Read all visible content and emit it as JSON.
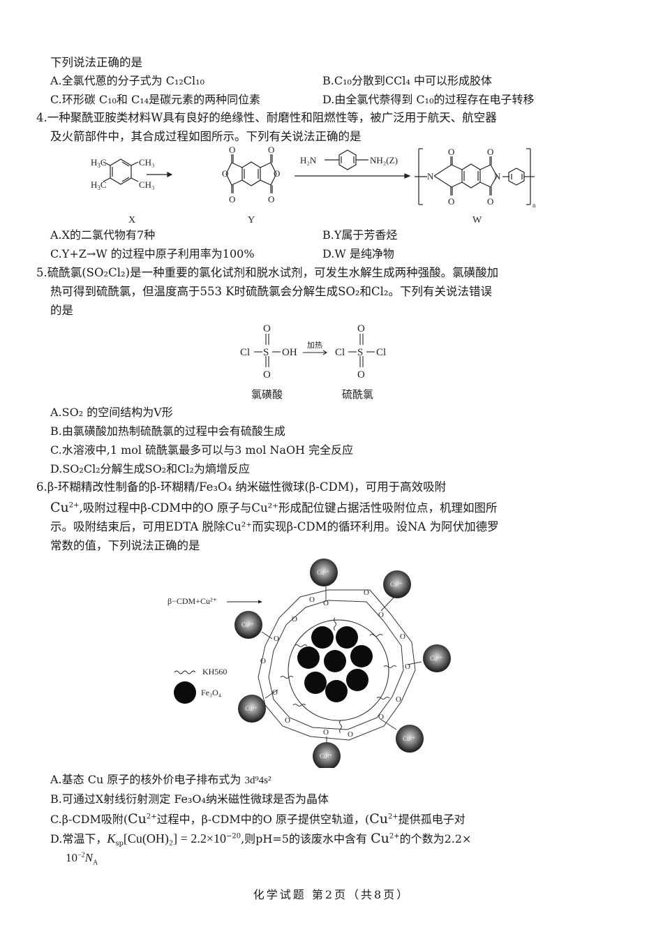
{
  "page": {
    "footer": "化学试题  第2页（共8页）"
  },
  "q3": {
    "stem_tail": "下列说法正确的是",
    "options": [
      {
        "label": "A.",
        "text": "全氯代蒽的分子式为 C₁₂Cl₁₀"
      },
      {
        "label": "B.",
        "text": "C₁₀分散到CCl₄  中可以形成胶体"
      },
      {
        "label": "C.",
        "text": "环形碳 C₁₀和 C₁₄是碳元素的两种同位素"
      },
      {
        "label": "D.",
        "text": "由全氯代萘得到 C₁₀的过程存在电子转移"
      }
    ]
  },
  "q4": {
    "number": "4.",
    "stem_line1": "一种聚酰亚胺类材料W具有良好的绝缘性、耐磨性和阻燃性等，被广泛用于航天、航空器",
    "stem_line2": "及火箭部件中，其合成过程如图所示。下列有关说法正确的是",
    "figure": {
      "labels": [
        "X",
        "Y",
        "W"
      ],
      "reagent": "H₂N—C₆H₄—NH₂(Z)",
      "reagent_left": "H₂N",
      "reagent_right": "NH₂(Z)",
      "substituent": "CH₃",
      "subscript_n": "n"
    },
    "options": [
      {
        "label": "A.",
        "text": "X的二氯代物有7种"
      },
      {
        "label": "B.",
        "text": "Y属于芳香烃"
      },
      {
        "label": "C.",
        "text": "Y+Z→W 的过程中原子利用率为100%"
      },
      {
        "label": "D.",
        "text": "W 是纯净物"
      }
    ]
  },
  "q5": {
    "number": "5.",
    "stem_line1": "硫酰氯(SO₂Cl₂)是一种重要的氯化试剂和脱水试剂，可发生水解生成两种强酸。氯磺酸加",
    "stem_line2": "热可得到硫酰氯，但温度高于553 K时硫酰氯会分解生成SO₂和Cl₂。下列有关说法错误",
    "stem_line3": "的是",
    "figure": {
      "left_caption": "氯磺酸",
      "right_caption": "硫酰氯",
      "arrow_label": "加热",
      "atoms": {
        "Cl": "Cl",
        "S": "S",
        "O": "O",
        "OH": "OH"
      }
    },
    "options": [
      {
        "label": "A.",
        "text": "SO₂ 的空间结构为V形"
      },
      {
        "label": "B.",
        "text": "由氯磺酸加热制硫酰氯的过程中会有硫酸生成"
      },
      {
        "label": "C.",
        "text": "水溶液中,1 mol 硫酰氯最多可以与3 mol NaOH 完全反应"
      },
      {
        "label": "D.",
        "text": "SO₂Cl₂分解生成SO₂和Cl₂为熵增反应"
      }
    ]
  },
  "q6": {
    "number": "6.",
    "stem_line1": "β-环糊精改性制备的β-环糊精/Fe₃O₄    纳米磁性微球(β-CDM)，可用于高效吸附",
    "stem_line2_cu": "Cu",
    "stem_line2_sup": "2+",
    "stem_line2_rest": ",吸附过程中β-CDM中的O 原子与Cu²⁺形成配位键占据活性吸附位点，机理如图所",
    "stem_line3": "示。吸附结束后，可用EDTA 脱除Cu²⁺而实现β-CDM的循环利用。设NA 为阿伏加德罗",
    "stem_line4": "常数的值，下列说法正确的是",
    "figure": {
      "flow_label": "β−CDM+Cu²⁺",
      "legend_wave": "KH560",
      "legend_ball": "Fe₃O₄",
      "ion_label": "Cu²⁺",
      "ring_atom": "O"
    },
    "options": {
      "A": {
        "label": "A.",
        "text": "基态 Cu 原子的核外价电子排布式为 ",
        "formula": "3d⁹4s²"
      },
      "B": {
        "label": "B.",
        "text": "可通过X射线衍射测定 Fe₃O₄纳米磁性微球是否为晶体"
      },
      "C": {
        "label": "C.",
        "text_1": "β-CDM吸附(",
        "cu": "Cu",
        "sup": "2+",
        "text_2": "过程中，β-CDM中的O 原子提供空轨道，(",
        "text_3": "提供孤电子对"
      },
      "D": {
        "label": "D.",
        "text_1": "常温下，",
        "ksp": "K",
        "ksp_sub": "sp",
        "expr": "[Cu(OH)₂] = 2.2×10",
        "exp": "−20",
        "text_2": ",则pH=5的该废水中含有 ",
        "cu": "Cu",
        "sup": "2+",
        "text_3": "的个数为2.2×",
        "line2": "10",
        "line2_exp": "−2",
        "na": "N",
        "na_sub": "A"
      }
    }
  }
}
